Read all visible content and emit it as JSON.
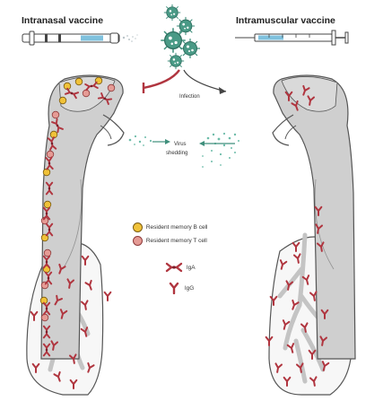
{
  "titles": {
    "left": "Intranasal vaccine",
    "right": "Intramuscular vaccine"
  },
  "labels": {
    "infection": "Infection",
    "virus_line1": "Virus",
    "virus_line2": "shedding"
  },
  "legend": [
    {
      "key": "b_cell",
      "label": "Resident memory B cell"
    },
    {
      "key": "t_cell",
      "label": "Resident memory T cell"
    },
    {
      "key": "iga",
      "label": "IgA"
    },
    {
      "key": "igg",
      "label": "IgG"
    }
  ],
  "colors": {
    "airway_fill": "#cfcfcf",
    "airway_stroke": "#555555",
    "lung_fill": "#f7f7f7",
    "bronchi": "#c4c4c4",
    "antibody": "#b0353f",
    "antibody_dark": "#7a1f2a",
    "b_cell": "#f0c239",
    "t_cell": "#e59b95",
    "virus": "#3f8f7c",
    "virus_particles": "#6dbca9",
    "arrow": "#b0353f",
    "syringe_liquid": "#7fc1dd"
  }
}
